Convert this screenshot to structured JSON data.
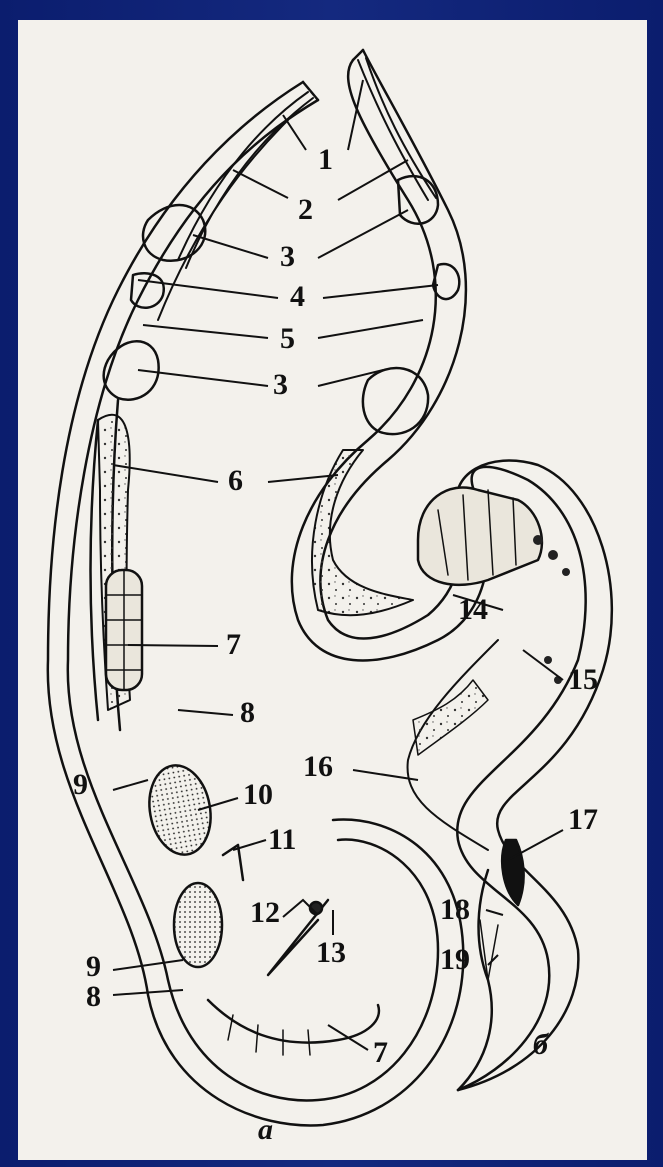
{
  "diagram": {
    "labels": [
      "1",
      "2",
      "3",
      "4",
      "5",
      "3",
      "6",
      "7",
      "8",
      "9",
      "10",
      "11",
      "12",
      "13",
      "9",
      "8",
      "7",
      "14",
      "15",
      "16",
      "17",
      "18",
      "19"
    ],
    "panel_a": "а",
    "panel_b": "б"
  }
}
